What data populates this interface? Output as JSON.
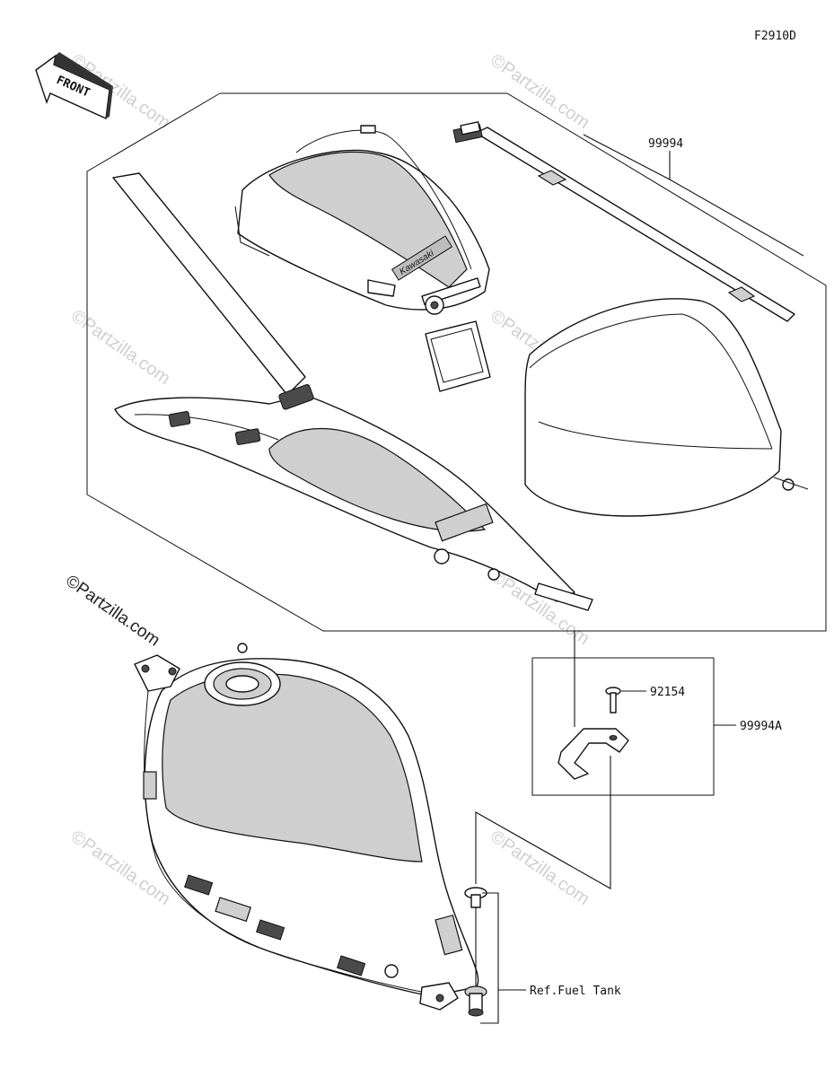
{
  "figure_code": "F2910D",
  "front_label": "FRONT",
  "brand_text": "Kawasaki",
  "watermark": "©Partzilla.com",
  "parts": {
    "accessory_kit": "99994",
    "bracket_kit": "99994A",
    "bolt": "92154",
    "reference": "Ref.Fuel Tank"
  }
}
